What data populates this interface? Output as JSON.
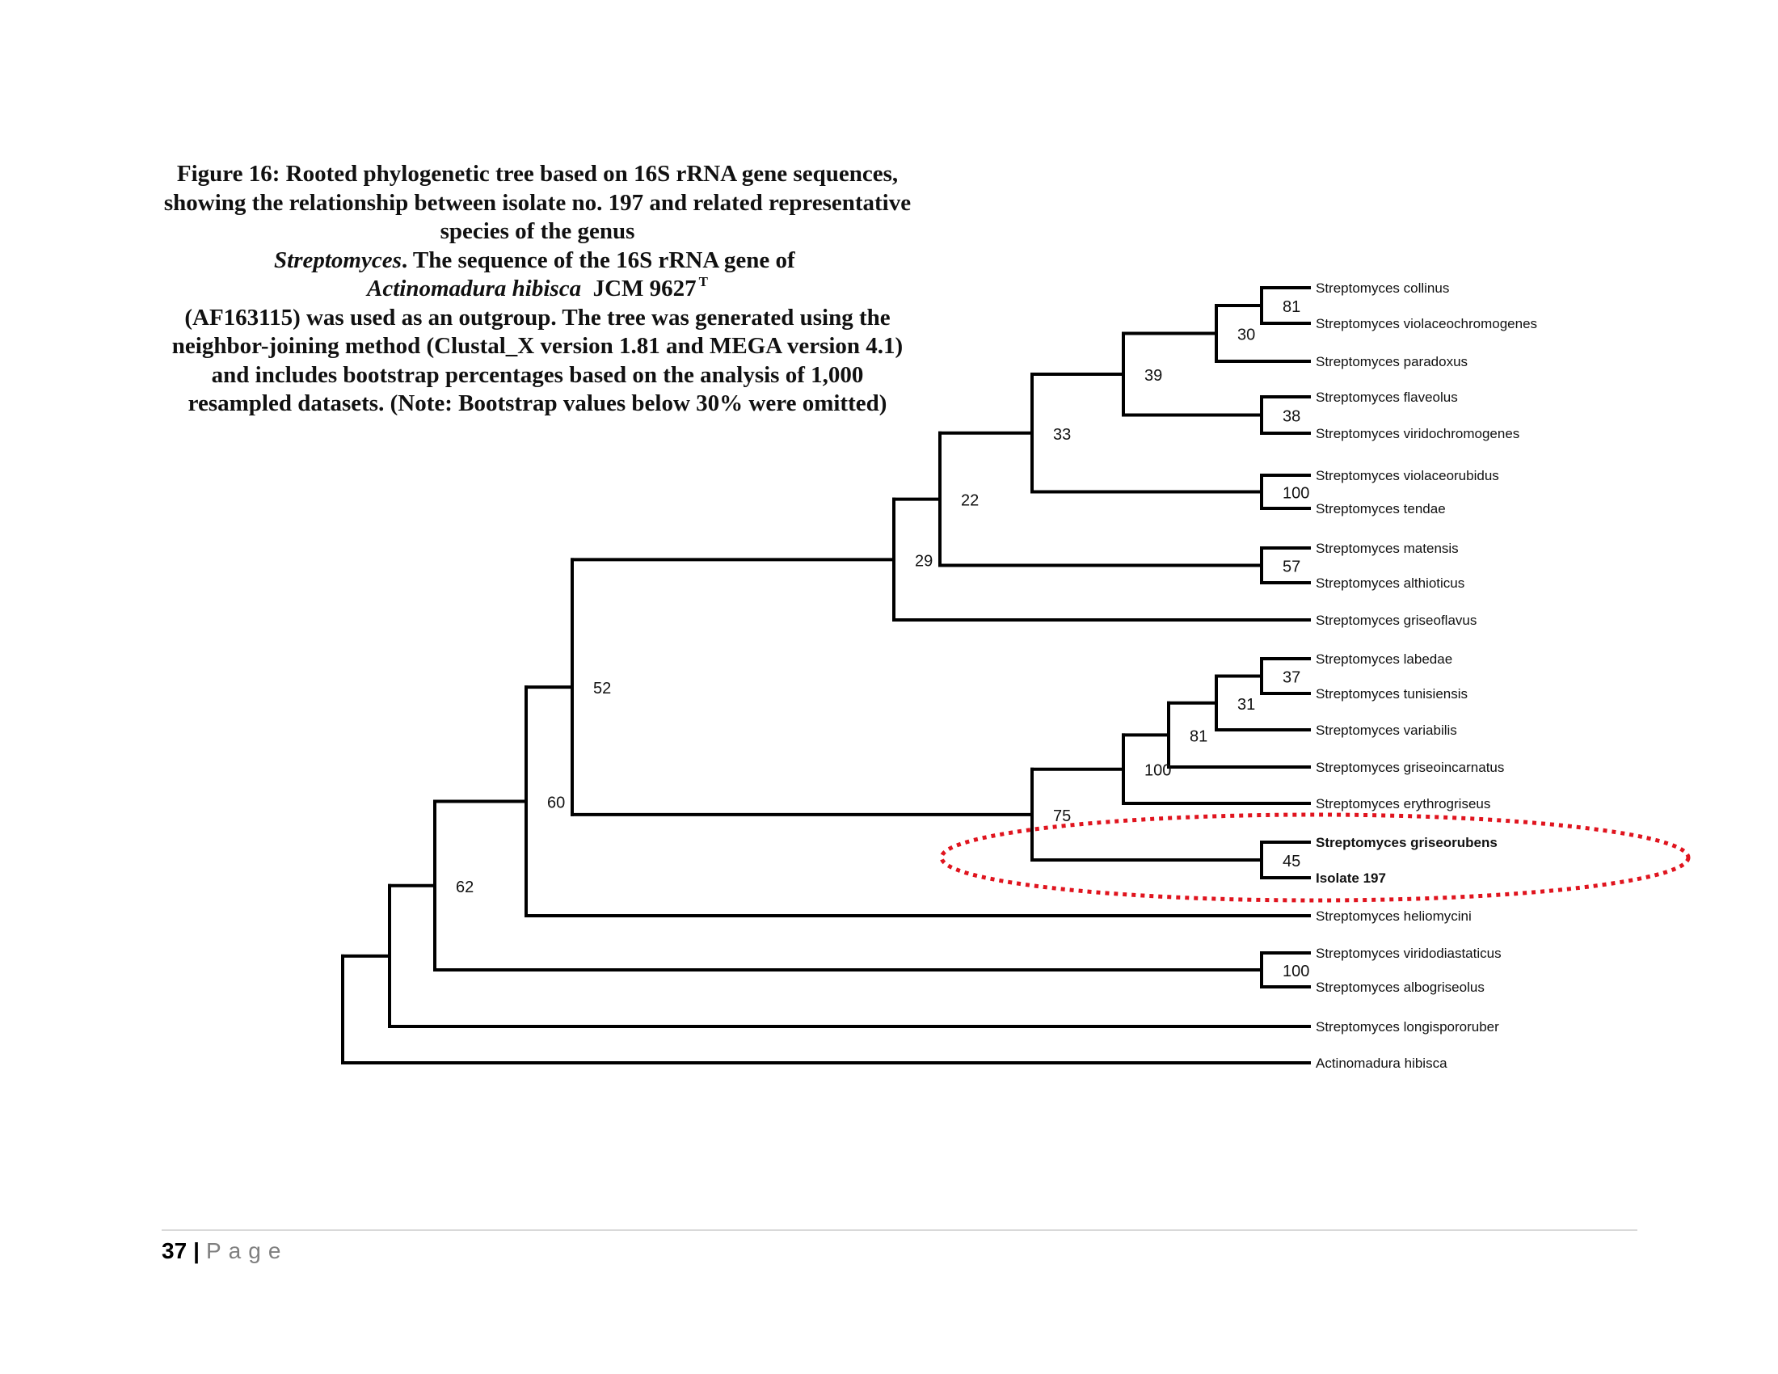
{
  "caption": {
    "prefix": "Figure 16:  Rooted phylogenetic tree based on 16S rRNA gene sequences, showing the relationship between isolate  no. 197 and related representative species of the genus ",
    "genus": "Streptomyces",
    "mid": ". The sequence of the 16S rRNA gene of ",
    "outgroup_species": "Actinomadura hibisca",
    "strain": "  JCM 9627",
    "superscript": "T",
    "suffix": " (AF163115) was used as an outgroup. The tree was generated using the neighbor-joining method (Clustal_X version 1.81 and MEGA version 4.1) and includes bootstrap percentages based on the analysis of 1,000 resampled datasets. (Note: Bootstrap values below 30% were omitted)"
  },
  "highlight_color": "#e0141e",
  "tree": {
    "id": "root",
    "children": [
      {
        "id": "nA",
        "children": [
          {
            "id": "n62",
            "bootstrap": "62",
            "children": [
              {
                "id": "n60",
                "bootstrap": "60",
                "children": [
                  {
                    "id": "n52",
                    "bootstrap": "52",
                    "children": [
                      {
                        "id": "n29",
                        "bootstrap": "29",
                        "children": [
                          {
                            "id": "n22",
                            "bootstrap": "22",
                            "children": [
                              {
                                "id": "n33",
                                "bootstrap": "33",
                                "children": [
                                  {
                                    "id": "n39",
                                    "bootstrap": "39",
                                    "children": [
                                      {
                                        "id": "n30",
                                        "bootstrap": "30",
                                        "children": [
                                          {
                                            "id": "n81a",
                                            "bootstrap": "81",
                                            "children": [
                                              {
                                                "label": "Streptomyces collinus"
                                              },
                                              {
                                                "label": "Streptomyces violaceochromogenes"
                                              }
                                            ]
                                          },
                                          {
                                            "label": "Streptomyces paradoxus"
                                          }
                                        ]
                                      },
                                      {
                                        "id": "n38",
                                        "bootstrap": "38",
                                        "children": [
                                          {
                                            "label": "Streptomyces flaveolus"
                                          },
                                          {
                                            "label": "Streptomyces viridochromogenes"
                                          }
                                        ]
                                      }
                                    ]
                                  },
                                  {
                                    "id": "n100a",
                                    "bootstrap": "100",
                                    "children": [
                                      {
                                        "label": "Streptomyces violaceorubidus"
                                      },
                                      {
                                        "label": "Streptomyces tendae"
                                      }
                                    ]
                                  }
                                ]
                              },
                              {
                                "id": "n57",
                                "bootstrap": "57",
                                "children": [
                                  {
                                    "label": "Streptomyces matensis"
                                  },
                                  {
                                    "label": "Streptomyces althioticus"
                                  }
                                ]
                              }
                            ]
                          },
                          {
                            "label": "Streptomyces griseoflavus"
                          }
                        ]
                      },
                      {
                        "id": "n75",
                        "bootstrap": "75",
                        "children": [
                          {
                            "id": "n100b",
                            "bootstrap": "100",
                            "children": [
                              {
                                "id": "n81b",
                                "bootstrap": "81",
                                "children": [
                                  {
                                    "id": "n31",
                                    "bootstrap": "31",
                                    "children": [
                                      {
                                        "id": "n37",
                                        "bootstrap": "37",
                                        "children": [
                                          {
                                            "label": "Streptomyces labedae"
                                          },
                                          {
                                            "label": "Streptomyces tunisiensis"
                                          }
                                        ]
                                      },
                                      {
                                        "label": "Streptomyces variabilis"
                                      }
                                    ]
                                  },
                                  {
                                    "label": "Streptomyces griseoincarnatus"
                                  }
                                ]
                              },
                              {
                                "label": "Streptomyces erythrogriseus"
                              }
                            ]
                          },
                          {
                            "id": "n45",
                            "bootstrap": "45",
                            "highlighted": true,
                            "children": [
                              {
                                "label": "Streptomyces griseorubens",
                                "bold": true
                              },
                              {
                                "label": "Isolate 197",
                                "bold": true
                              }
                            ]
                          }
                        ]
                      }
                    ]
                  },
                  {
                    "label": "Streptomyces heliomycini"
                  }
                ]
              },
              {
                "id": "n100c",
                "bootstrap": "100",
                "children": [
                  {
                    "label": "Streptomyces viridodiastaticus"
                  },
                  {
                    "label": "Streptomyces albogriseolus"
                  }
                ]
              }
            ]
          },
          {
            "label": "Streptomyces longispororuber"
          }
        ]
      },
      {
        "label": "Actinomadura hibisca"
      }
    ]
  },
  "footer": {
    "page_number": "37",
    "separator": "|",
    "page_word": "Page"
  }
}
